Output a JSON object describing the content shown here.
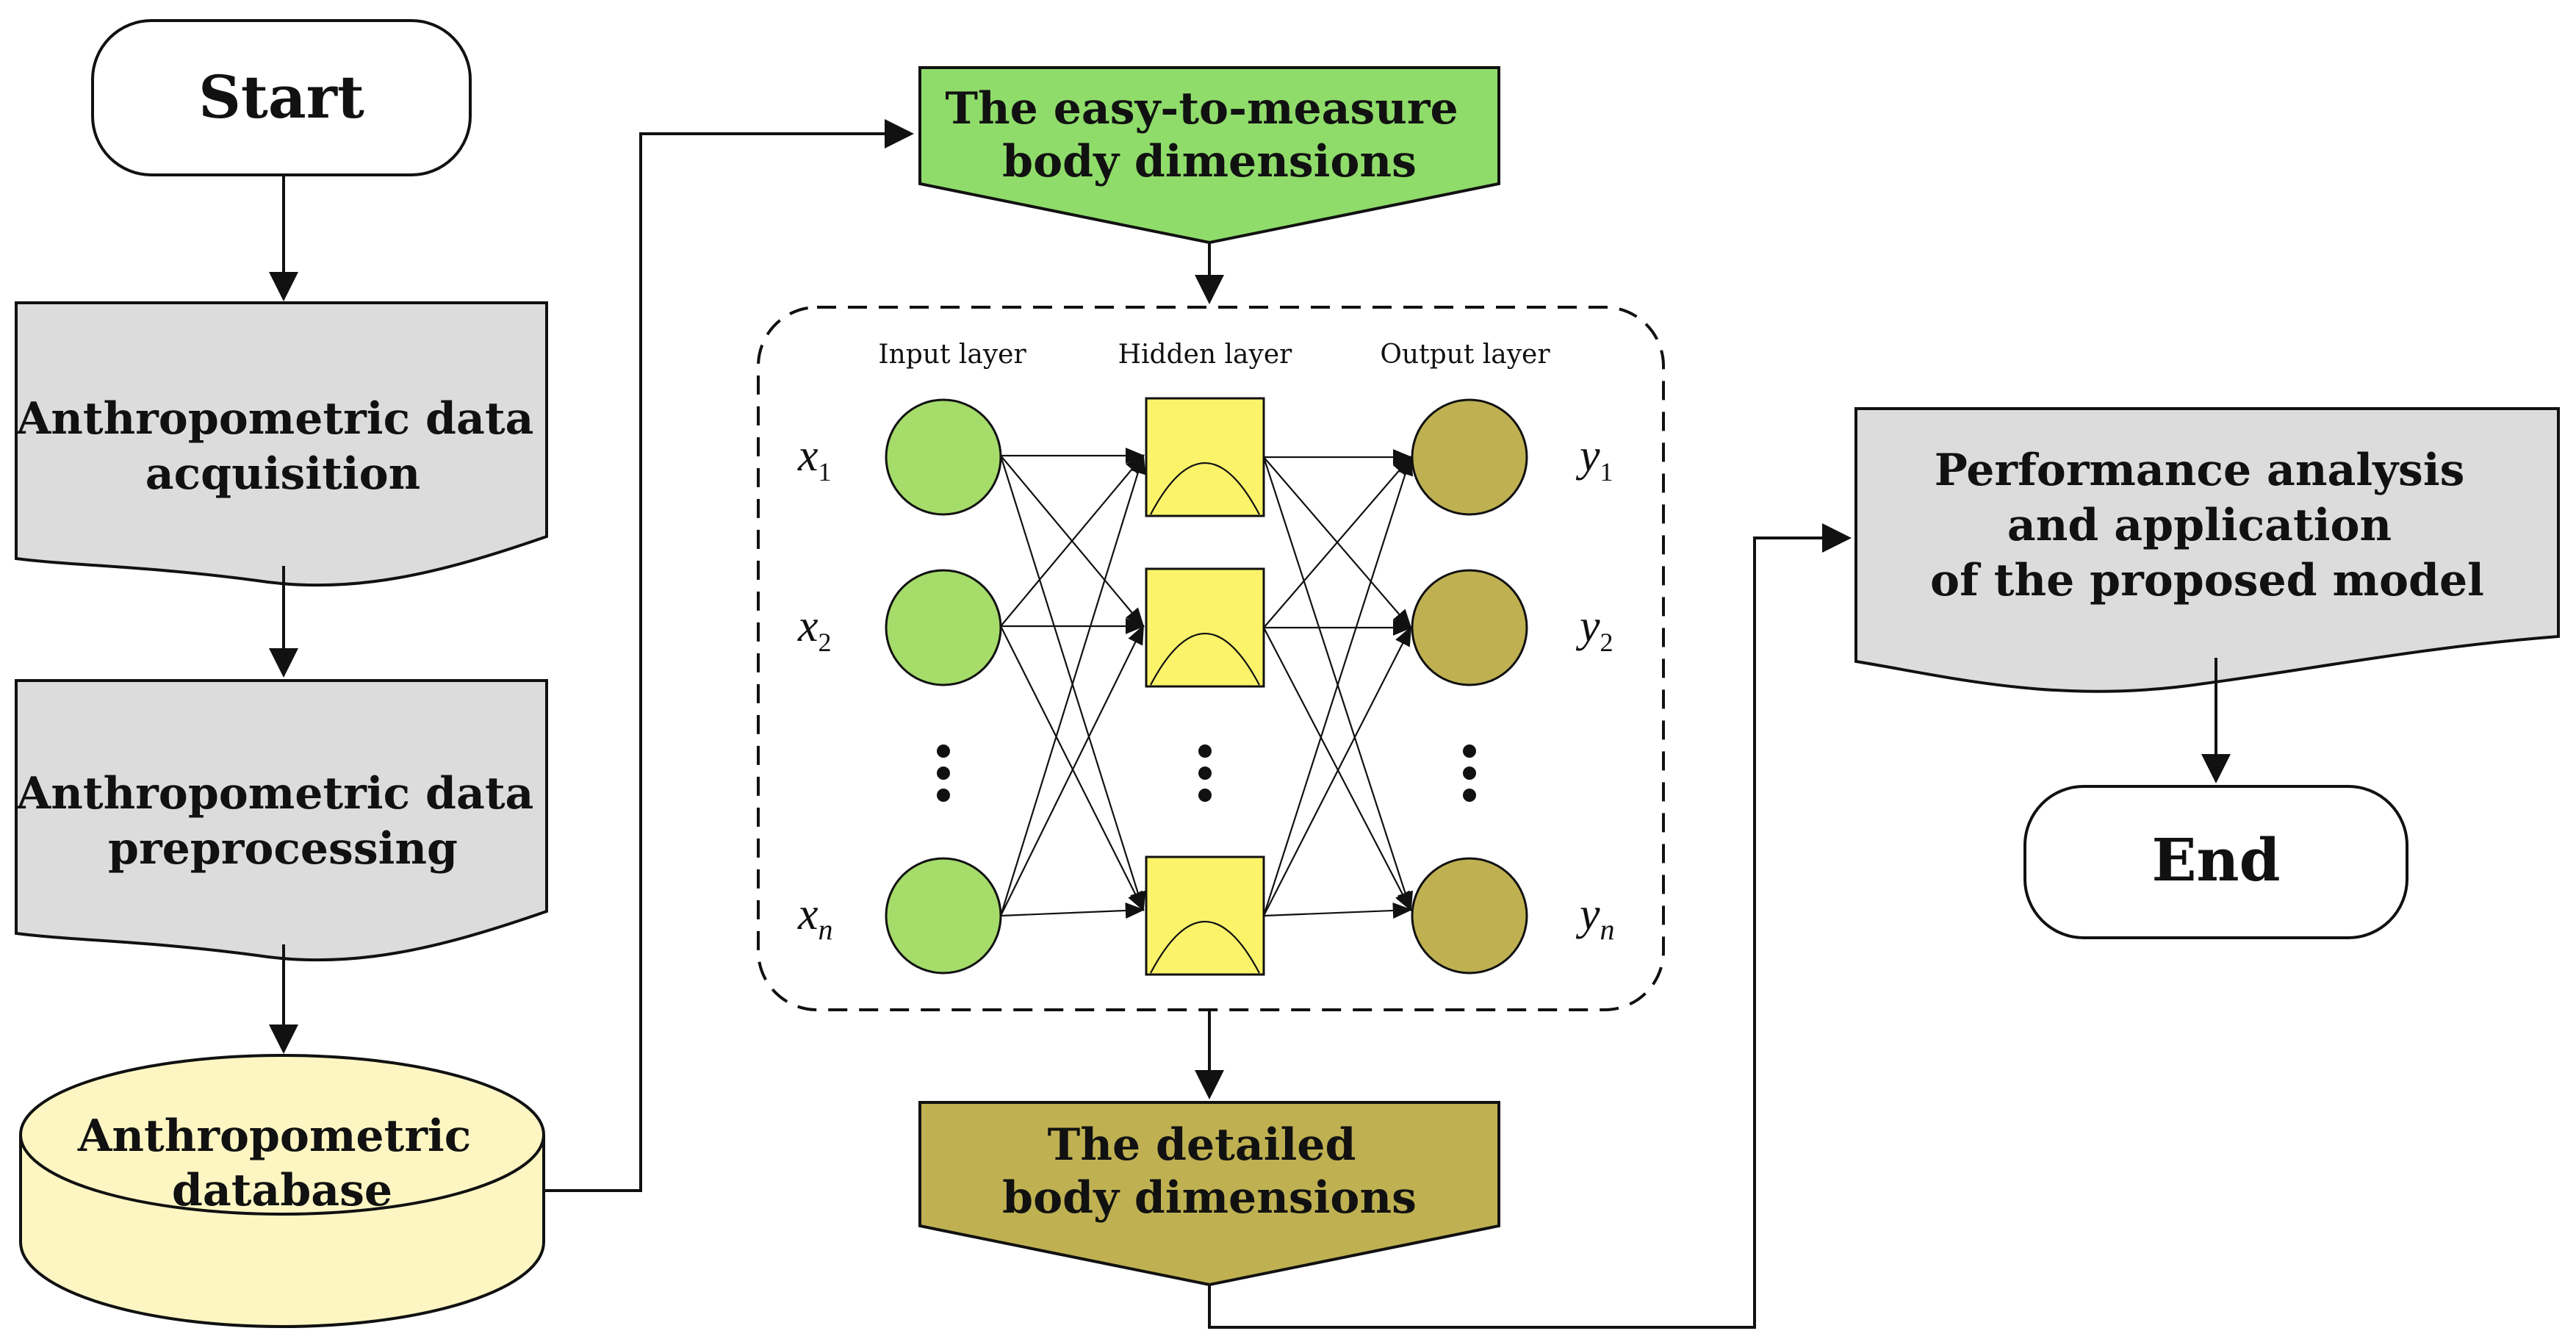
{
  "flow": {
    "start": "Start",
    "acquisition": [
      "Anthropometric data",
      "acquisition"
    ],
    "preprocessing": [
      "Anthropometric data",
      "preprocessing"
    ],
    "database": [
      "Anthropometric",
      "database"
    ],
    "easy_dims": [
      "The easy-to-measure",
      "body dimensions"
    ],
    "detailed_dims": [
      "The detailed",
      "body dimensions"
    ],
    "performance": [
      "Performance analysis",
      "and application",
      "of the proposed model"
    ],
    "end": "End"
  },
  "network": {
    "input_label": "Input layer",
    "hidden_label": "Hidden layer",
    "output_label": "Output layer",
    "inputs": [
      {
        "var": "x",
        "sub": "1"
      },
      {
        "var": "x",
        "sub": "2"
      },
      {
        "var": "x",
        "sub": "n"
      }
    ],
    "outputs": [
      {
        "var": "y",
        "sub": "1"
      },
      {
        "var": "y",
        "sub": "2"
      },
      {
        "var": "y",
        "sub": "n"
      }
    ]
  },
  "colors": {
    "gray_box": "#dcdcdc",
    "database": "#fdf6c3",
    "green": "#8fdc6a",
    "olive": "#bfb152",
    "input_node": "#a5dc6a",
    "hidden_node": "#fbf46b",
    "output_node": "#bfb152"
  }
}
